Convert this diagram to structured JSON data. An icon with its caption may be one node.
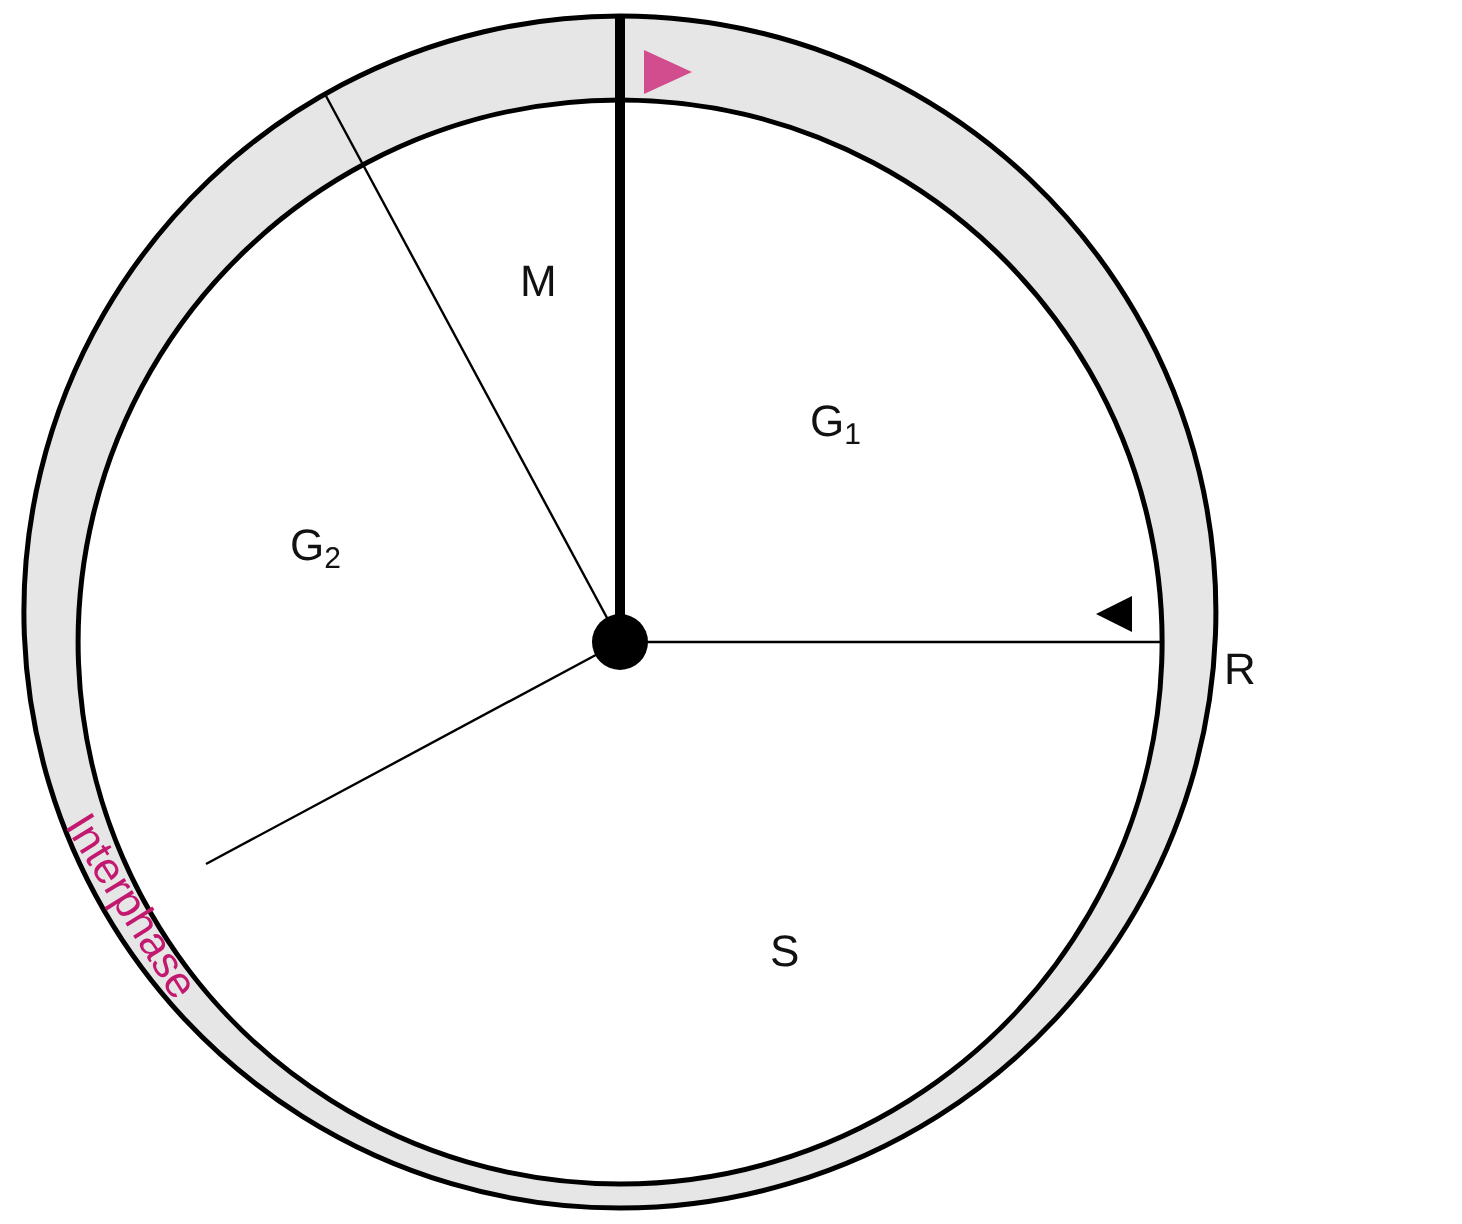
{
  "diagram": {
    "labels": [
      "M",
      "G$_{1}$",
      "G$_{2}$",
      "R",
      "S",
      "Interphase"
    ]
  }
}
